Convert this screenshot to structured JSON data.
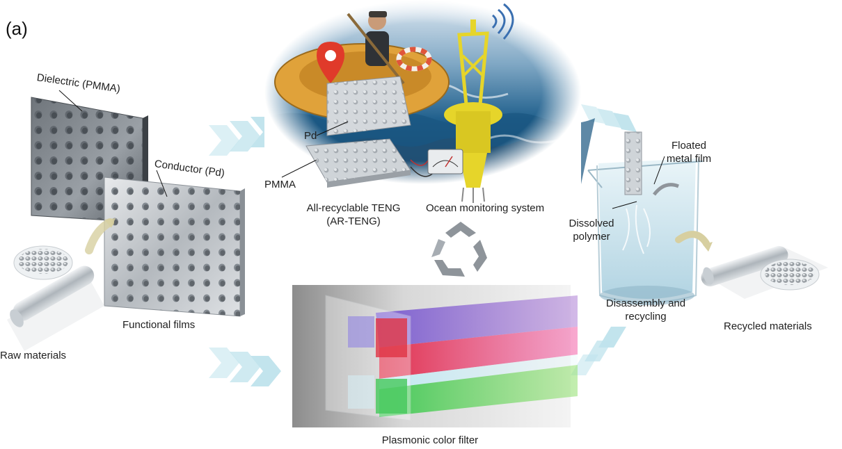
{
  "figure": {
    "panel_label": "(a)",
    "labels": {
      "dielectric": "Dielectric (PMMA)",
      "conductor": "Conductor (Pd)",
      "raw_materials": "Raw materials",
      "functional_films": "Functional films",
      "pd": "Pd",
      "pmma": "PMMA",
      "teng_line1": "All-recyclable TENG",
      "teng_line2": "(AR-TENG)",
      "ocean_monitoring": "Ocean monitoring system",
      "floated_line1": "Floated",
      "floated_line2": "metal film",
      "dissolved_line1": "Dissolved",
      "dissolved_line2": "polymer",
      "disassembly_line1": "Disassembly and",
      "disassembly_line2": "recycling",
      "recycled_materials": "Recycled  materials",
      "plasmonic": "Plasmonic color filter"
    },
    "colors": {
      "arrow_chevron": "#bfe3ec",
      "ocean": "#1f5f8c",
      "sky": "#dfe9f2",
      "raft": "#e0a23a",
      "buoy": "#e6d52a",
      "pin": "#e03a2a",
      "metal": "#c9cdd2",
      "water": "#cfe6f0"
    }
  }
}
